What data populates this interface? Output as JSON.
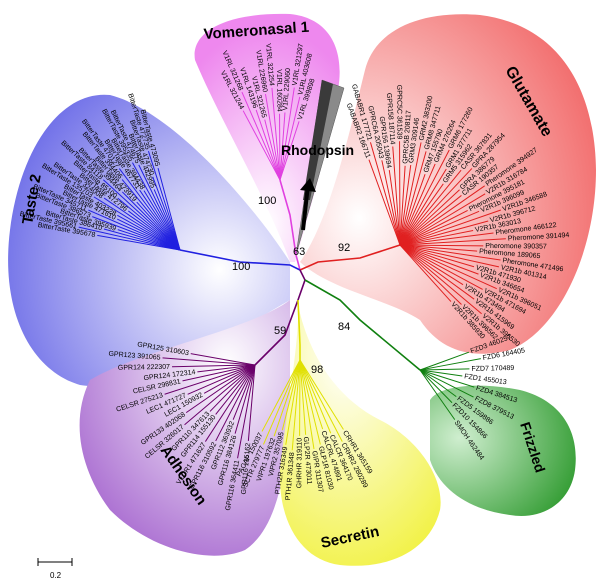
{
  "groups": {
    "vomeronasal": {
      "label": "Vomeronasal 1",
      "color": "#e040e0",
      "bg": "#f7b8f2",
      "leaves": [
        "V1RL 321244",
        "V1RL 321268",
        "V1RL 143196",
        "V1RL 321265",
        "V1RL 226960",
        "V1RL 321254",
        "V1RL 160284",
        "V1RL 229060",
        "V1RL 321297",
        "V1RL 403608",
        "V1RL 399898"
      ]
    },
    "glutamate": {
      "label": "Glutamate",
      "color": "#e02020",
      "bg": "#f7a0a0",
      "leaves": [
        "GABABR2 166711",
        "GABABR1 177721",
        "GPRC6A 205043",
        "GPR156 139694",
        "GPR158 187114",
        "GPRC5C 361539",
        "GPRC5B 208117",
        "GRM3 309146",
        "GRM2 383200",
        "GRM8 347711",
        "GRM7 155790",
        "GRM4 276264",
        "GRM6 177260",
        "GRM1 377711",
        "GRM5 315962",
        "CASR 367831",
        "GPRA 287954",
        "GPRA 386779",
        "CASR 190357",
        "Pheromone 394927",
        "V2R1b 316784",
        "Pheromone 395181",
        "V2R1b 396099",
        "V2R1b 346588",
        "V2R1b 396712",
        "V2R1b 363013",
        "Pheromone 466122",
        "Pheromone 391494",
        "Pheromone 390357",
        "Pheromone 189065",
        "Pheromone 471496",
        "V2R1b 401314",
        "V2R1b 471930",
        "V2R1b 346654",
        "V2R1b 396051",
        "V2R1b 471694",
        "V2R1b 473494",
        "V2R1b 415969",
        "V2R1b 396530",
        "V2R1b 396562",
        "V2R1b 385930"
      ]
    },
    "taste2": {
      "label": "Taste 2",
      "color": "#2020e0",
      "bg": "#a8a8f2",
      "leaves": [
        "BitterTaste 395678",
        "BitterTaste 395661",
        "BitterTaste 386410",
        "BitterTaste 395939",
        "BitterTaste 386573",
        "BitterTaste 345711",
        "BitterTaste 471610",
        "BitterTaste 403228",
        "BitterTaste 135703",
        "BitterTaste 324008",
        "BitterTaste 472796",
        "BitterTaste 85100",
        "BitterTaste 84118",
        "BitterTaste 394464",
        "BitterTaste 473919",
        "BitterTaste 394406",
        "BitterTaste 470127",
        "BitterTaste 467731",
        "BitterTaste 394438",
        "BitterTaste 395335",
        "BitterTaste 474675",
        "BitterTaste 442995",
        "BitterTaste 474730",
        "BitterTaste 472735",
        "BitterTaste 473095"
      ]
    },
    "adhesion": {
      "label": "Adhesion",
      "color": "#6a006a",
      "bg": "#c89ae0",
      "leaves": [
        "GPR116 135162",
        "GPR116 364411",
        "GPR116 384126",
        "GPR112 363932",
        "GPR116 310592",
        "VLGR1 471627",
        "GPR114 155130",
        "GPR110 347613",
        "CELSR 326017",
        "GPR133 402068",
        "LEC1 150932",
        "LEC1 471727",
        "CELSR 275213",
        "CELSR 298831",
        "GPR124 172314",
        "GPR124 222307",
        "GPR123 391065",
        "GPR125 310603"
      ]
    },
    "secretin": {
      "label": "Secretin",
      "color": "#e0e000",
      "bg": "#f7f7a0",
      "leaves": [
        "CRHR1 365159",
        "CRHR2 280289",
        "CALCR 364170",
        "CALCRL 474891",
        "GLP1R 81030",
        "GIPR 311307",
        "GLP2R 473011",
        "GHRHR 319110",
        "PTH1R 361348",
        "PTH2R 316349",
        "VIPR2 357095",
        "VIPR1 197632",
        "SCTR 279777",
        "PACAP 150037"
      ]
    },
    "frizzled": {
      "label": "Frizzled",
      "color": "#108010",
      "bg": "#60b860",
      "leaves": [
        "FZD3 460257",
        "FZD6 164405",
        "FZD7 170489",
        "FZD1 455013",
        "FZD4 384513",
        "FZD8 379513",
        "FZD5 159886",
        "FZD10 154866",
        "SMOH 462484"
      ]
    },
    "rhodopsin": {
      "label": "Rhodopsin"
    }
  },
  "bootstrap": {
    "vomeronasal": "100",
    "rhodopsin": "63",
    "glutamate": "92",
    "taste2": "100",
    "adhesion": "59",
    "frizzled": "84",
    "secretin": "98"
  },
  "scale": {
    "label": "0.2"
  }
}
